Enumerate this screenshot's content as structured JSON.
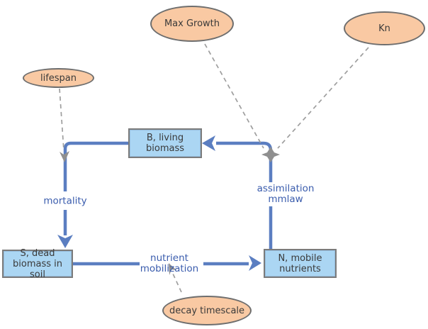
{
  "diagram": {
    "stocks": [
      {
        "id": "B",
        "line1": "B, living",
        "line2": "biomass"
      },
      {
        "id": "S",
        "line1": "S, dead",
        "line2": "biomass in soil"
      },
      {
        "id": "N",
        "line1": "N, mobile",
        "line2": "nutrients"
      }
    ],
    "parameters": [
      {
        "id": "lifespan",
        "label": "lifespan"
      },
      {
        "id": "max-growth",
        "label": "Max Growth"
      },
      {
        "id": "kn",
        "label": "Kn"
      },
      {
        "id": "decay-timescale",
        "label": "decay timescale"
      }
    ],
    "flows": [
      {
        "id": "mortality",
        "line1": "mortality",
        "line2": ""
      },
      {
        "id": "nutrient-mobilization",
        "line1": "nutrient",
        "line2": "mobilization"
      },
      {
        "id": "assimilation",
        "line1": "assimilation",
        "line2": "mmlaw"
      }
    ],
    "influences": [
      {
        "from": "lifespan",
        "to": "mortality"
      },
      {
        "from": "Max Growth",
        "to": "assimilation"
      },
      {
        "from": "Kn",
        "to": "assimilation"
      },
      {
        "from": "decay timescale",
        "to": "nutrient mobilization"
      }
    ],
    "edges": [
      {
        "from": "B",
        "via": "mortality",
        "to": "S"
      },
      {
        "from": "S",
        "via": "nutrient mobilization",
        "to": "N"
      },
      {
        "from": "N",
        "via": "assimilation",
        "to": "B"
      }
    ]
  },
  "colors": {
    "stock_fill": "#abd6f3",
    "stock_border": "#7b7b7b",
    "param_fill": "#f9c9a3",
    "param_border": "#6e6e6e",
    "flow_color": "#5b7ec1",
    "label_color": "#3a5cad",
    "influence_color": "#9e9e9e",
    "node_text": "#3a3a3a",
    "canvas_bg": "#ffffff"
  }
}
